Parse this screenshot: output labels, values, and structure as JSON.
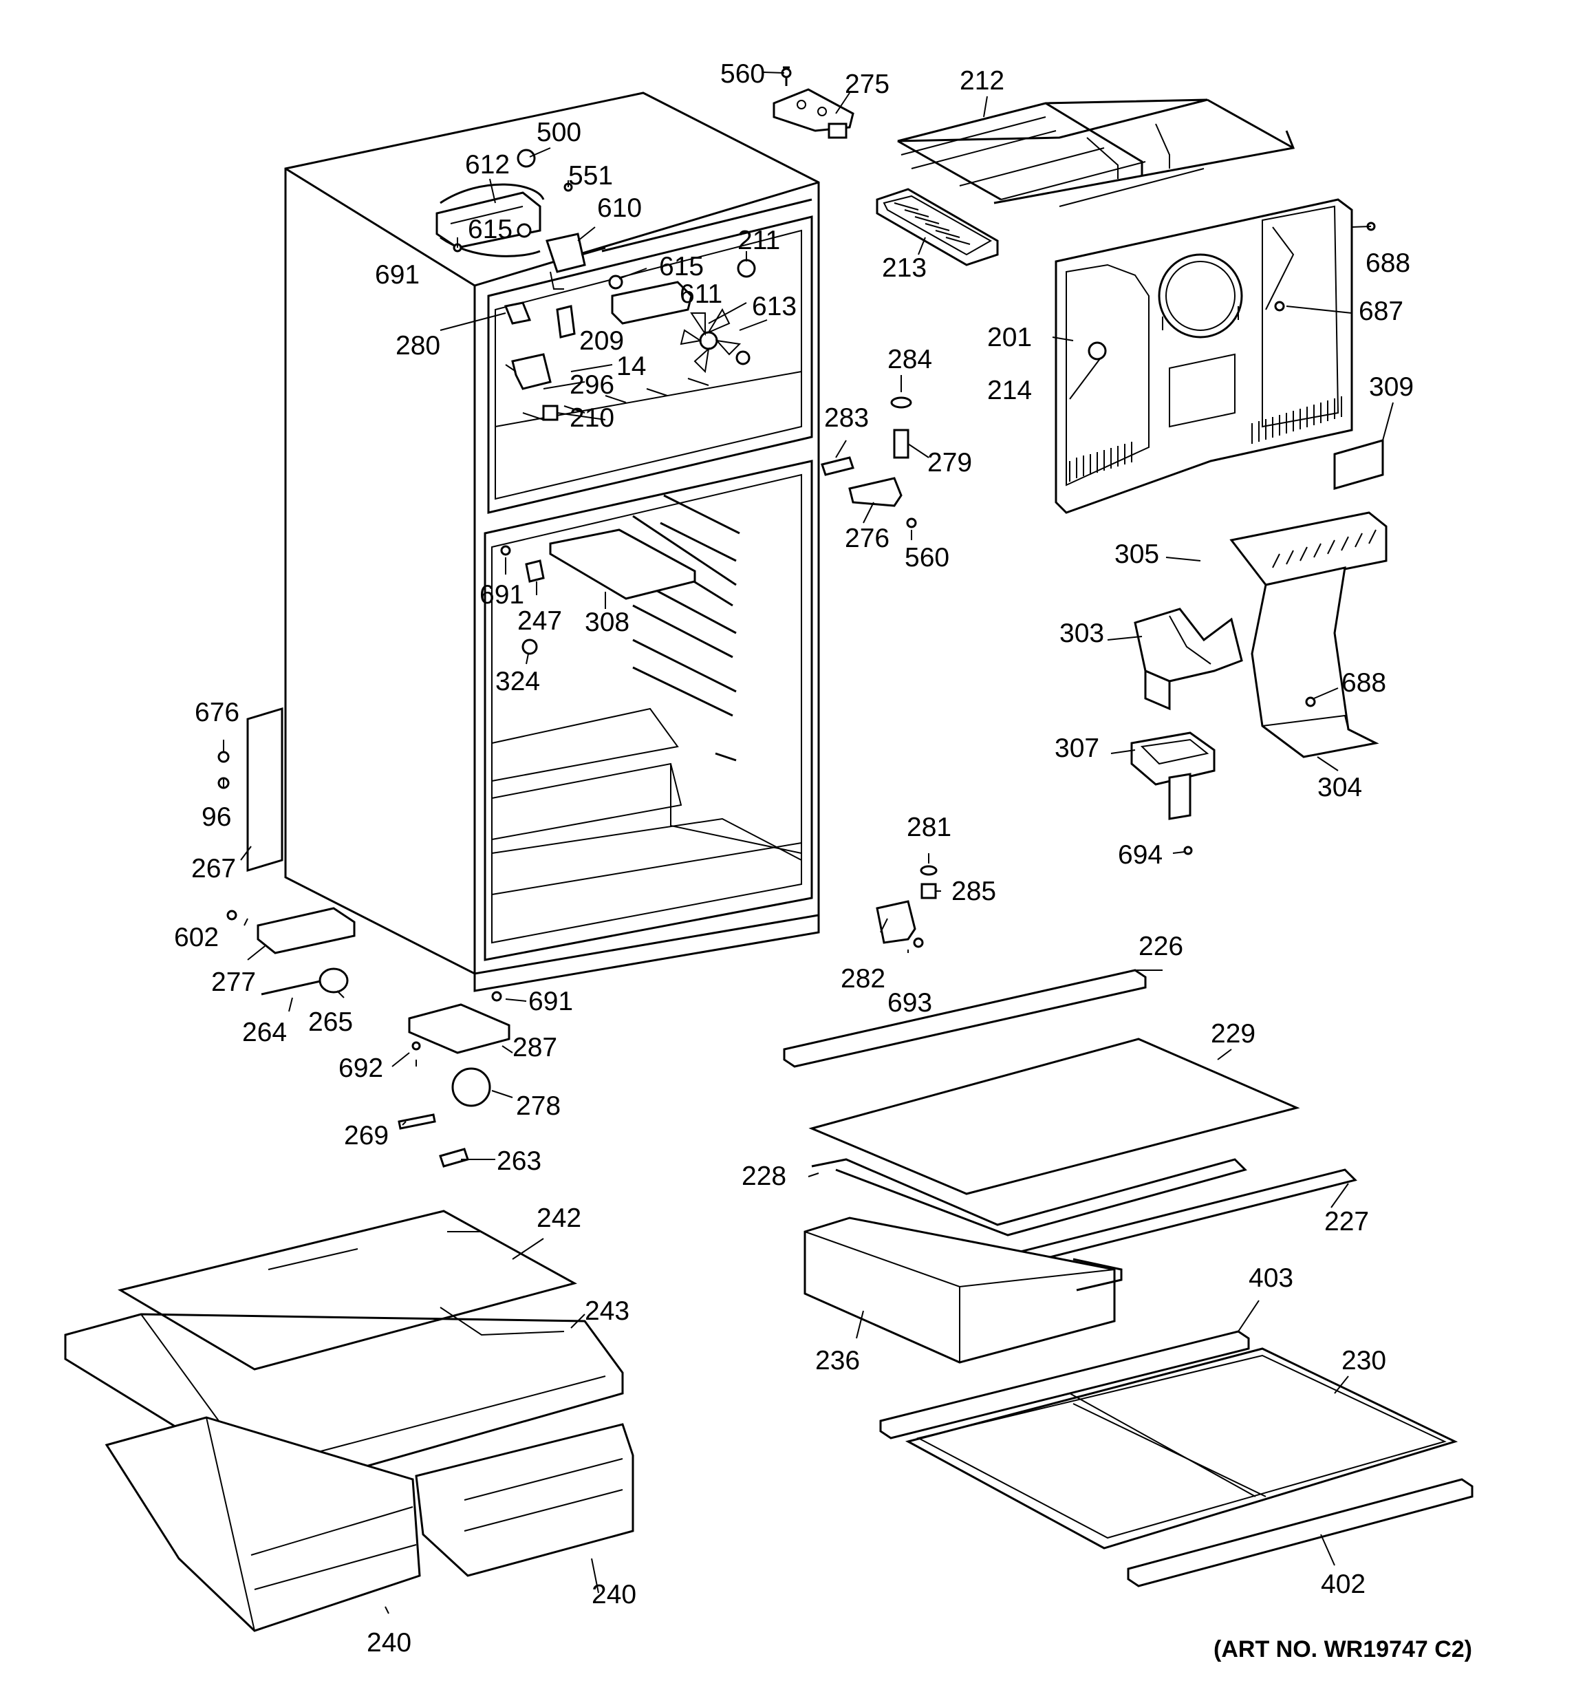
{
  "art_number": "(ART NO. WR19747 C2)",
  "callouts": [
    {
      "id": "p560a",
      "label": "560"
    },
    {
      "id": "p275",
      "label": "275"
    },
    {
      "id": "p212",
      "label": "212"
    },
    {
      "id": "p500",
      "label": "500"
    },
    {
      "id": "p612",
      "label": "612"
    },
    {
      "id": "p551",
      "label": "551"
    },
    {
      "id": "p610",
      "label": "610"
    },
    {
      "id": "p615a",
      "label": "615"
    },
    {
      "id": "p691a",
      "label": "691"
    },
    {
      "id": "p211",
      "label": "211"
    },
    {
      "id": "p615b",
      "label": "615"
    },
    {
      "id": "p213",
      "label": "213"
    },
    {
      "id": "p611",
      "label": "611"
    },
    {
      "id": "p613",
      "label": "613"
    },
    {
      "id": "p280",
      "label": "280"
    },
    {
      "id": "p209",
      "label": "209"
    },
    {
      "id": "p14",
      "label": "14"
    },
    {
      "id": "p296",
      "label": "296"
    },
    {
      "id": "p210",
      "label": "210"
    },
    {
      "id": "p688a",
      "label": "688"
    },
    {
      "id": "p687",
      "label": "687"
    },
    {
      "id": "p201",
      "label": "201"
    },
    {
      "id": "p214",
      "label": "214"
    },
    {
      "id": "p284",
      "label": "284"
    },
    {
      "id": "p309",
      "label": "309"
    },
    {
      "id": "p283",
      "label": "283"
    },
    {
      "id": "p279",
      "label": "279"
    },
    {
      "id": "p276",
      "label": "276"
    },
    {
      "id": "p560b",
      "label": "560"
    },
    {
      "id": "p691b",
      "label": "691"
    },
    {
      "id": "p247",
      "label": "247"
    },
    {
      "id": "p308",
      "label": "308"
    },
    {
      "id": "p324",
      "label": "324"
    },
    {
      "id": "p305",
      "label": "305"
    },
    {
      "id": "p303",
      "label": "303"
    },
    {
      "id": "p688b",
      "label": "688"
    },
    {
      "id": "p676",
      "label": "676"
    },
    {
      "id": "p96",
      "label": "96"
    },
    {
      "id": "p307",
      "label": "307"
    },
    {
      "id": "p304",
      "label": "304"
    },
    {
      "id": "p267",
      "label": "267"
    },
    {
      "id": "p694",
      "label": "694"
    },
    {
      "id": "p281",
      "label": "281"
    },
    {
      "id": "p285",
      "label": "285"
    },
    {
      "id": "p602",
      "label": "602"
    },
    {
      "id": "p282",
      "label": "282"
    },
    {
      "id": "p277",
      "label": "277"
    },
    {
      "id": "p226",
      "label": "226"
    },
    {
      "id": "p693",
      "label": "693"
    },
    {
      "id": "p691c",
      "label": "691"
    },
    {
      "id": "p265",
      "label": "265"
    },
    {
      "id": "p264",
      "label": "264"
    },
    {
      "id": "p229",
      "label": "229"
    },
    {
      "id": "p287",
      "label": "287"
    },
    {
      "id": "p692",
      "label": "692"
    },
    {
      "id": "p278",
      "label": "278"
    },
    {
      "id": "p269",
      "label": "269"
    },
    {
      "id": "p263",
      "label": "263"
    },
    {
      "id": "p228",
      "label": "228"
    },
    {
      "id": "p227",
      "label": "227"
    },
    {
      "id": "p242",
      "label": "242"
    },
    {
      "id": "p243",
      "label": "243"
    },
    {
      "id": "p403",
      "label": "403"
    },
    {
      "id": "p236",
      "label": "236"
    },
    {
      "id": "p230",
      "label": "230"
    },
    {
      "id": "p240a",
      "label": "240"
    },
    {
      "id": "p402",
      "label": "402"
    },
    {
      "id": "p240b",
      "label": "240"
    }
  ]
}
